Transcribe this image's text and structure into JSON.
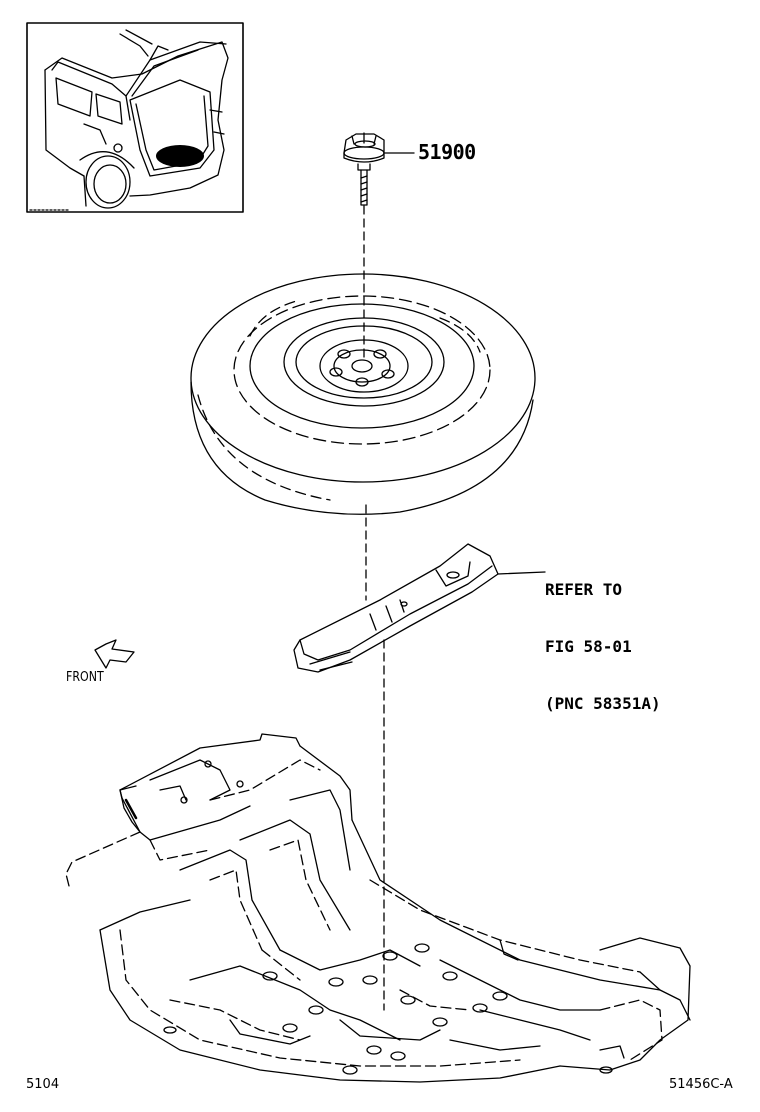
{
  "callouts": {
    "part_number": "51900",
    "refer_lines": [
      "REFER TO",
      "FIG 58-01",
      "(PNC 58351A)"
    ]
  },
  "direction": {
    "front_label": "FRONT"
  },
  "footer": {
    "page_number": "5104",
    "figure_code": "51456C-A"
  },
  "colors": {
    "line": "#000000",
    "background": "#ffffff"
  }
}
